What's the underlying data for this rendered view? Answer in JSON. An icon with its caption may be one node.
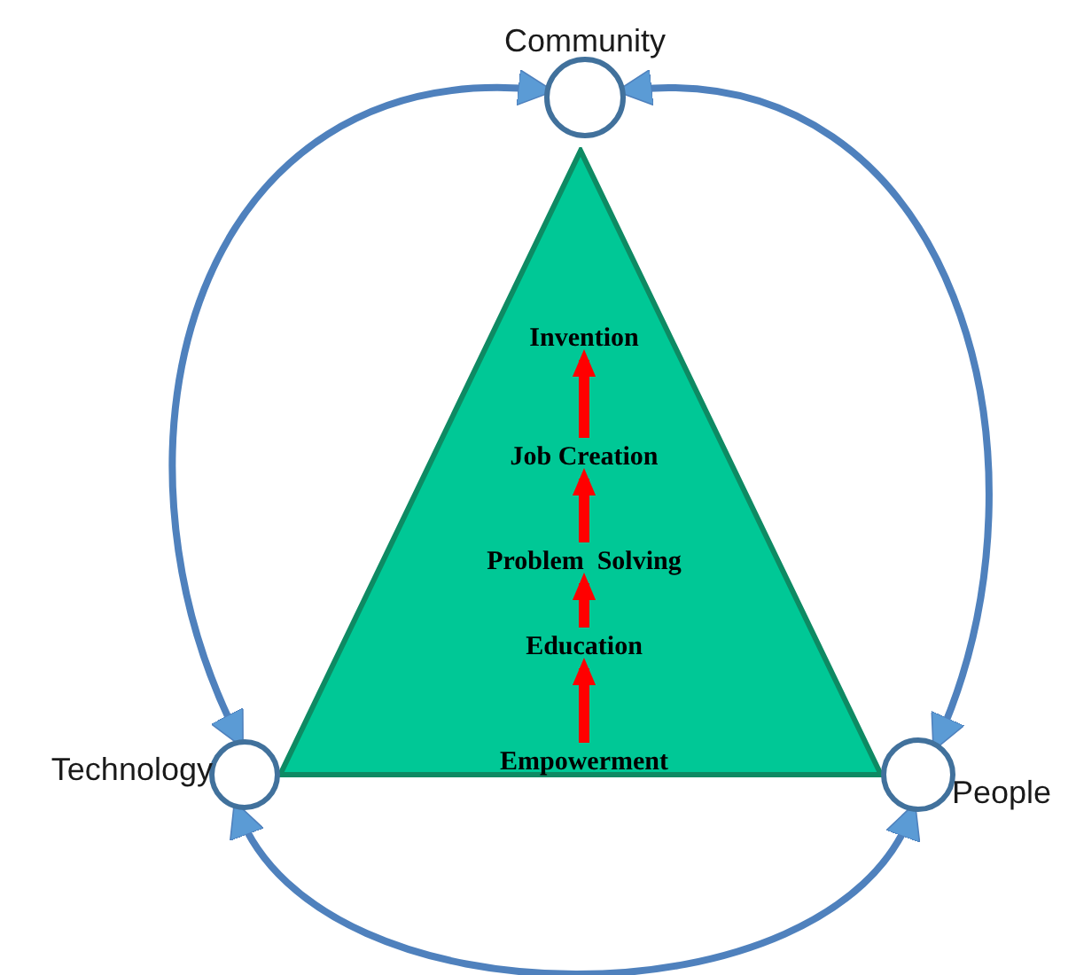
{
  "diagram": {
    "nodes": [
      {
        "text": [
          "Community"
        ]
      },
      {
        "text": [],
        "shape": "triangle"
      },
      {
        "text": [
          "Invention"
        ],
        "in": 1
      },
      {
        "text": [
          "Job Creation"
        ],
        "in": 1
      },
      {
        "text": [
          "Problem  Solving"
        ],
        "in": 1
      },
      {
        "text": [
          "Education"
        ],
        "in": 1
      },
      {
        "text": [
          "Empowerment"
        ],
        "in": 1
      },
      {
        "text": [
          "Technology"
        ]
      },
      {
        "text": [
          "People"
        ]
      }
    ],
    "edges": [
      {
        "from": 6,
        "to": 5,
        "arrow": "to",
        "color": "#ff0000"
      },
      {
        "from": 5,
        "to": 4,
        "arrow": "to",
        "color": "#ff0000"
      },
      {
        "from": 4,
        "to": 3,
        "arrow": "to",
        "color": "#ff0000"
      },
      {
        "from": 3,
        "to": 2,
        "arrow": "to",
        "color": "#ff0000"
      },
      {
        "from": 7,
        "to": 0,
        "arrow": "both",
        "color": "#4f81bd"
      },
      {
        "from": 0,
        "to": 8,
        "arrow": "both",
        "color": "#4f81bd"
      },
      {
        "from": 7,
        "to": 8,
        "arrow": "both",
        "color": "#4f81bd"
      }
    ]
  }
}
